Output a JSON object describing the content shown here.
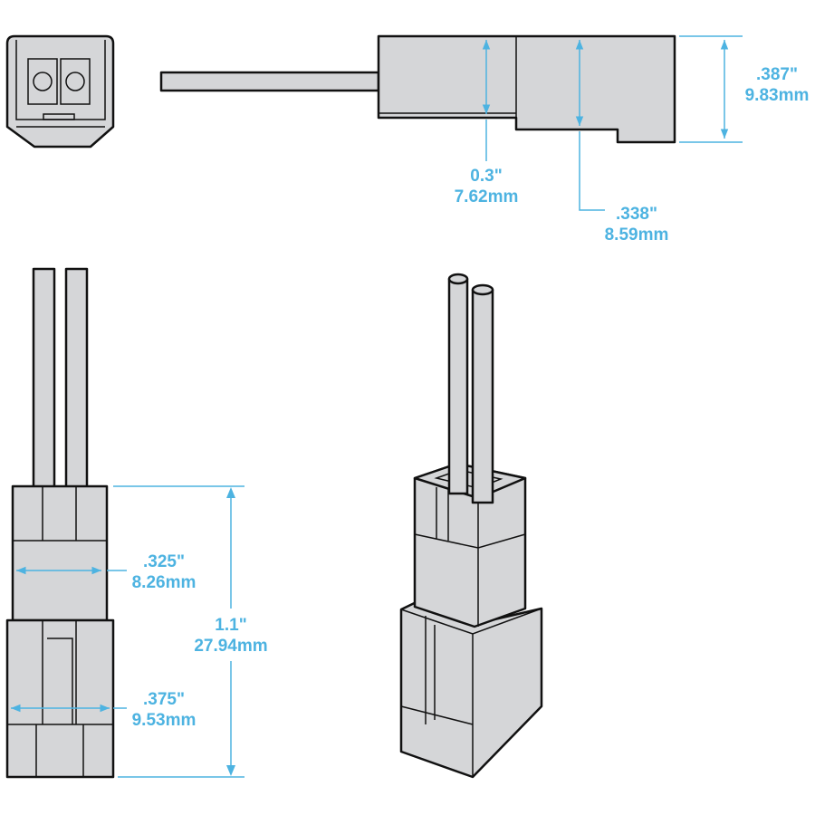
{
  "colors": {
    "dimension": "#4db3e1",
    "part_fill": "#d5d6d8",
    "outline": "#111111"
  },
  "dimensions": {
    "height": {
      "inch": ".387\"",
      "mm": "9.83mm"
    },
    "wire_offset": {
      "inch": "0.3\"",
      "mm": "7.62mm"
    },
    "step_offset": {
      "inch": ".338\"",
      "mm": "8.59mm"
    },
    "length": {
      "inch": "1.1\"",
      "mm": "27.94mm"
    },
    "upper_width": {
      "inch": ".325\"",
      "mm": "8.26mm"
    },
    "lower_width": {
      "inch": ".375\"",
      "mm": "9.53mm"
    }
  }
}
